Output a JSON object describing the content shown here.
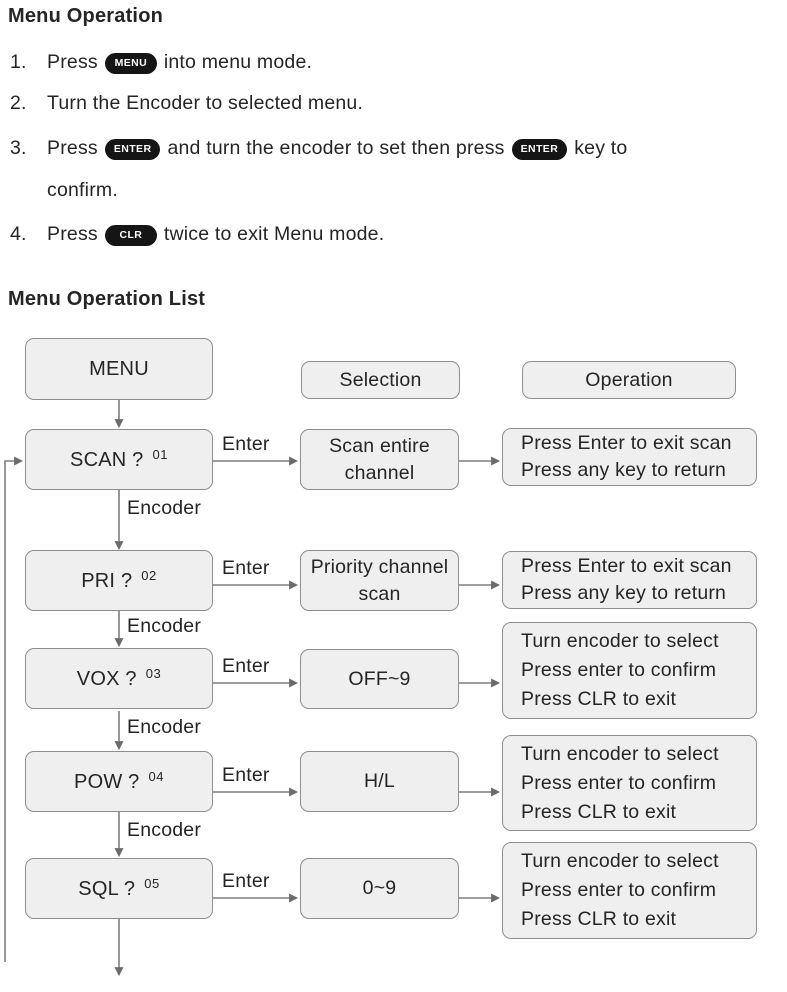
{
  "doc": {
    "title1": "Menu Operation",
    "steps": [
      {
        "num": "1.",
        "seg1": "Press",
        "key1": "MENU",
        "seg2": "into menu mode."
      },
      {
        "num": "2.",
        "seg1": "Turn the Encoder to selected menu."
      },
      {
        "num": "3.",
        "seg1": "Press",
        "key1": "ENTER",
        "seg2": "and turn the encoder to set then press",
        "key2": "ENTER",
        "seg3": "key to",
        "line2": "confirm."
      },
      {
        "num": "4.",
        "seg1": "Press",
        "key1": "CLR",
        "seg2": "twice to exit Menu mode."
      }
    ],
    "title2": "Menu Operation List"
  },
  "flow": {
    "root_label": "MENU",
    "col_headers": {
      "selection": "Selection",
      "operation": "Operation"
    },
    "labels": {
      "enter": "Enter",
      "encoder": "Encoder"
    },
    "rows": [
      {
        "menu": "SCAN ?",
        "num": "01",
        "sel1": "Scan entire",
        "sel2": "channel",
        "op1": "Press Enter to exit scan",
        "op2": "Press any key to return"
      },
      {
        "menu": "PRI ?",
        "num": "02",
        "sel1": "Priority channel",
        "sel2": "scan",
        "op1": "Press Enter to exit scan",
        "op2": "Press any key to return"
      },
      {
        "menu": "VOX ?",
        "num": "03",
        "sel1": "OFF~9",
        "op1": "Turn encoder to select",
        "op2": "Press enter to confirm",
        "op3": "Press CLR to exit"
      },
      {
        "menu": "POW ?",
        "num": "04",
        "sel1": "H/L",
        "op1": "Turn encoder to select",
        "op2": "Press enter to confirm",
        "op3": "Press CLR to exit"
      },
      {
        "menu": "SQL ?",
        "num": "05",
        "sel1": "0~9",
        "op1": "Turn encoder to select",
        "op2": "Press enter to confirm",
        "op3": "Press CLR to exit"
      }
    ]
  },
  "colors": {
    "box_fill": "#efefef",
    "box_border": "#8d8d8d",
    "arrow": "#7e7e7e",
    "arrowhead": "#6b6b6b",
    "text": "#252525",
    "key_bg": "#151515",
    "key_fg": "#ffffff"
  }
}
